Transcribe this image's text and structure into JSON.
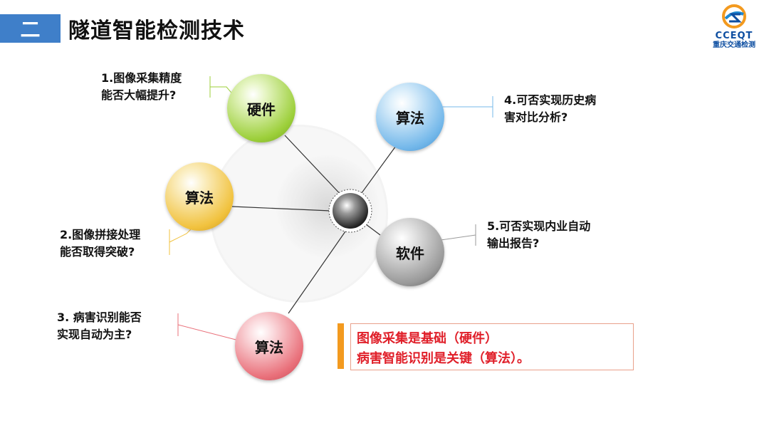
{
  "header": {
    "section_number": "二",
    "title": "隧道智能检测技术"
  },
  "logo": {
    "name": "CCEQT",
    "subtitle": "重庆交通检测"
  },
  "nodes": {
    "hardware": "硬件",
    "algo_right": "算法",
    "algo_left": "算法",
    "software": "软件",
    "algo_bottom": "算法"
  },
  "questions": {
    "q1": [
      "1.图像采集精度",
      "能否大幅提升?"
    ],
    "q2": [
      "2.图像拼接处理",
      "能否取得突破?"
    ],
    "q3": [
      "3. 病害识别能否",
      "实现自动为主?"
    ],
    "q4": [
      "4.可否实现历史病",
      "害对比分析?"
    ],
    "q5": [
      "5.可否实现内业自动",
      "输出报告?"
    ]
  },
  "summary": {
    "line1": "图像采集是基础（硬件）",
    "line2": "病害智能识别是关键（算法）。"
  },
  "colors": {
    "title_tag": "#3f7fc9",
    "summary_text": "#e0202a",
    "summary_bar": "#f39a1f",
    "hardware": "#9ccf3a",
    "algo_right": "#74b8ea",
    "algo_left": "#f1c23e",
    "software": "#9a9a9a",
    "algo_bottom": "#e9707a"
  }
}
